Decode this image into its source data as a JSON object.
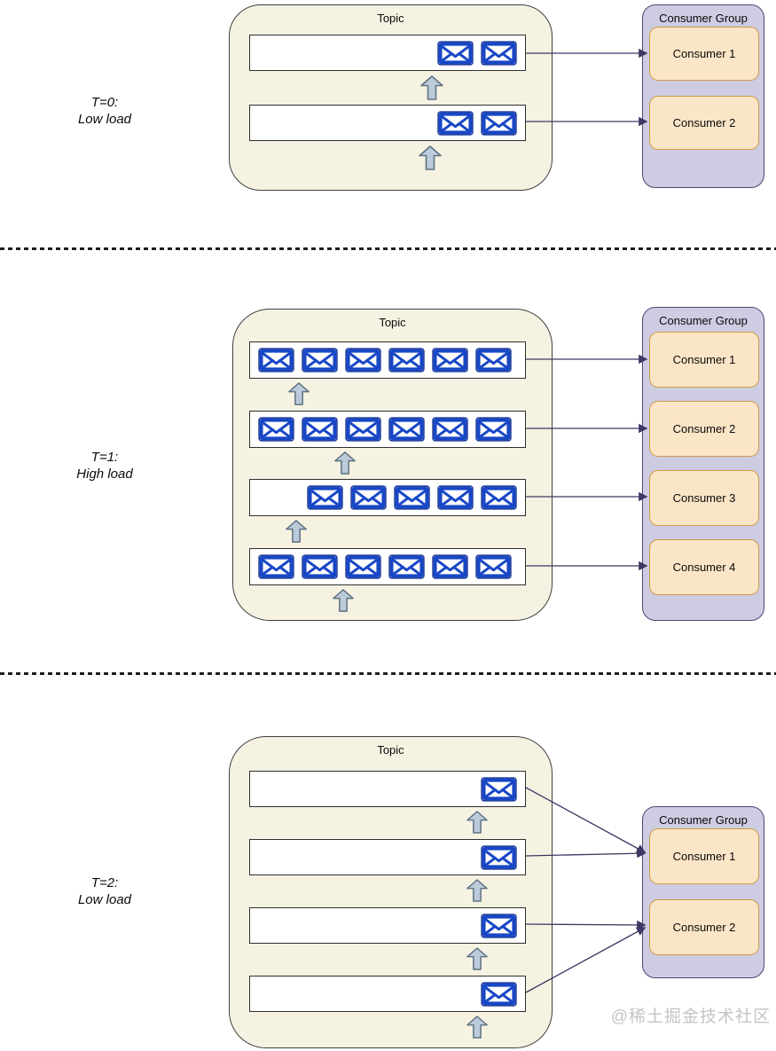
{
  "diagram": {
    "watermark": "@稀土掘金技术社区",
    "sections": [
      {
        "time_label": "T=0:",
        "load_label": "Low load",
        "topic": {
          "title": "Topic",
          "partitions": [
            {
              "message_count": 2
            },
            {
              "message_count": 2
            }
          ]
        },
        "consumer_group": {
          "title": "Consumer Group",
          "consumers": [
            {
              "label": "Consumer 1"
            },
            {
              "label": "Consumer 2"
            }
          ]
        }
      },
      {
        "time_label": "T=1:",
        "load_label": "High load",
        "topic": {
          "title": "Topic",
          "partitions": [
            {
              "message_count": 6
            },
            {
              "message_count": 6
            },
            {
              "message_count": 5
            },
            {
              "message_count": 6
            }
          ]
        },
        "consumer_group": {
          "title": "Consumer Group",
          "consumers": [
            {
              "label": "Consumer 1"
            },
            {
              "label": "Consumer 2"
            },
            {
              "label": "Consumer 3"
            },
            {
              "label": "Consumer 4"
            }
          ]
        }
      },
      {
        "time_label": "T=2:",
        "load_label": "Low load",
        "topic": {
          "title": "Topic",
          "partitions": [
            {
              "message_count": 1
            },
            {
              "message_count": 1
            },
            {
              "message_count": 1
            },
            {
              "message_count": 1
            }
          ]
        },
        "consumer_group": {
          "title": "Consumer Group",
          "consumers": [
            {
              "label": "Consumer 1"
            },
            {
              "label": "Consumer 2"
            }
          ]
        }
      }
    ],
    "icons": {
      "message": "envelope-icon",
      "producer": "arrow-up-icon",
      "assignment": "arrow-right-connector"
    },
    "colors": {
      "topic_fill": "#F6F2E2",
      "topic_border": "#3F3F3F",
      "partition_border": "#2E2E2E",
      "envelope_blue": "#1847C6",
      "envelope_dark": "#0E2F93",
      "producer_arrow_fill": "#BCCBD9",
      "producer_arrow_border": "#5E7283",
      "group_fill": "#CDCCE3",
      "group_border": "#4A4870",
      "consumer_fill": "#FBE5C7",
      "consumer_border": "#CE9D45",
      "connector": "#3D3863",
      "watermark_color": "#C4C4C4"
    }
  }
}
